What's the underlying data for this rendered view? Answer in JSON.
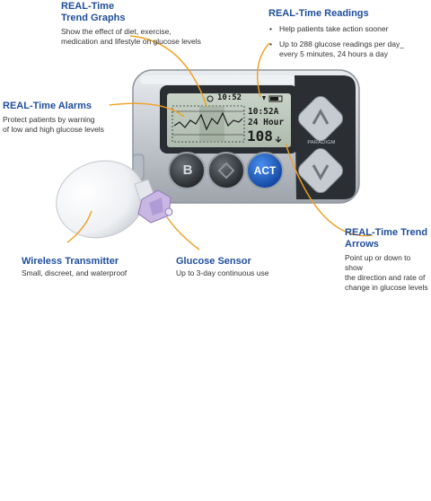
{
  "callouts": {
    "trend_graphs": {
      "title": "REAL-Time Trend Graphs",
      "title_line1": "REAL-Time",
      "title_line2": "Trend Graphs",
      "desc_line1": "Show the effect of diet, exercise,",
      "desc_line2": "medication and lifestyle on glucose levels"
    },
    "readings": {
      "title": "REAL-Time Readings",
      "bullet1": "Help patients take action sooner",
      "bullet2_line1": "Up to 288 glucose readings per day_",
      "bullet2_line2": "every 5 minutes, 24 hours a day"
    },
    "alarms": {
      "title": "REAL-Time Alarms",
      "desc_line1": "Protect patients by warning",
      "desc_line2": "of low and high glucose levels"
    },
    "transmitter": {
      "title": "Wireless Transmitter",
      "desc": "Small, discreet, and waterproof"
    },
    "sensor": {
      "title": "Glucose Sensor",
      "desc": "Up to 3-day continuous use"
    },
    "trend_arrows": {
      "title_line1": "REAL-Time Trend",
      "title_line2": "Arrows",
      "desc_line1": "Point up or down to show",
      "desc_line2": "the direction and rate of",
      "desc_line3": "change in glucose levels"
    }
  },
  "device": {
    "brand": "PARADIGM",
    "screen_time": "10:52",
    "screen_clock": "10:52A",
    "screen_range": "24 Hour",
    "screen_reading": "108",
    "act_button": "ACT",
    "b_button": "B"
  },
  "colors": {
    "title_blue": "#1f4e9c",
    "leader_orange": "#f0a020",
    "act_blue": "#1e63c8"
  }
}
